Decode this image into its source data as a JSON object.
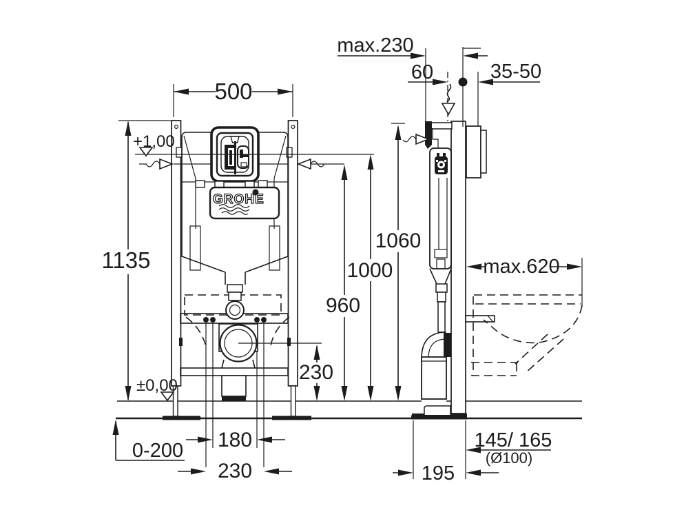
{
  "colors": {
    "ink": "#1c1c1c",
    "paper": "#ffffff"
  },
  "logo": {
    "brand": "GROHE"
  },
  "front_view": {
    "frame_width": "500",
    "frame_height": "1135",
    "level_upper": "+1,00",
    "level_floor": "±0,00",
    "floor_buildup_range": "0-200",
    "inner_stud_spacing": "180",
    "outer_stud_spacing": "230",
    "outlet_center_height": "230",
    "height_960": "960",
    "height_1000": "1000",
    "height_1060": "1060"
  },
  "side_view": {
    "top_bracket_max": "max.230",
    "supply_offset": "60",
    "wall_finish_range": "35-50",
    "depth_max": "max.620",
    "outlet_offset": "145/ 165",
    "outlet_diameter": "(Ø100)",
    "base_depth": "195"
  }
}
